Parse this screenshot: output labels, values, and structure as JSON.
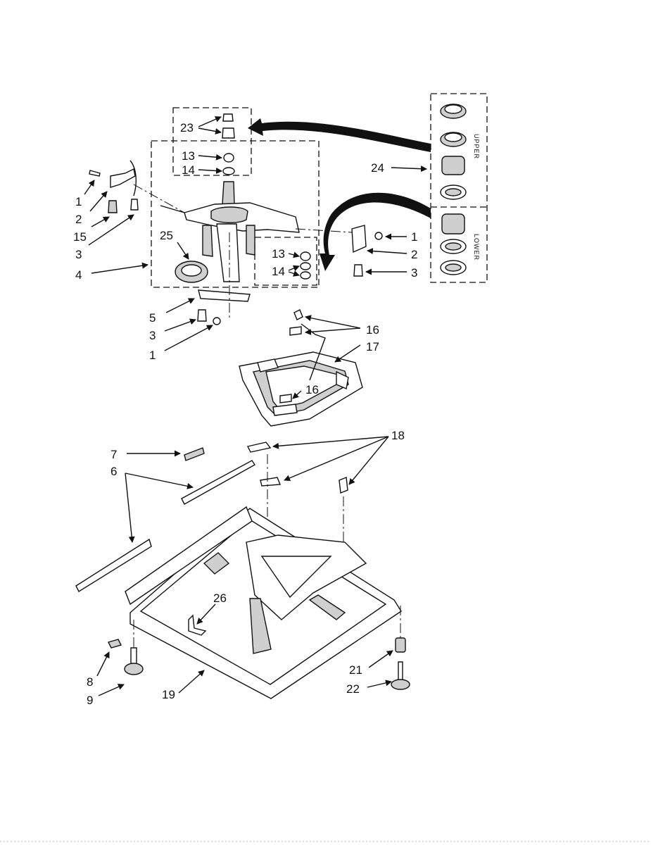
{
  "diagram": {
    "callouts": {
      "c1a": "1",
      "c2a": "2",
      "c15": "15",
      "c3a": "3",
      "c4": "4",
      "c23": "23",
      "c13a": "13",
      "c14a": "14",
      "c25": "25",
      "c13b": "13",
      "c14b": "14",
      "c1b": "1",
      "c2b": "2",
      "c3b": "3",
      "c24": "24",
      "c5": "5",
      "c3c": "3",
      "c1c": "1",
      "c16a": "16",
      "c17": "17",
      "c16b": "16",
      "c7": "7",
      "c6": "6",
      "c18": "18",
      "c26": "26",
      "c8": "8",
      "c9": "9",
      "c19": "19",
      "c21": "21",
      "c22": "22"
    },
    "kit": {
      "upper_label": "UPPER",
      "lower_label": "LOWER"
    }
  }
}
